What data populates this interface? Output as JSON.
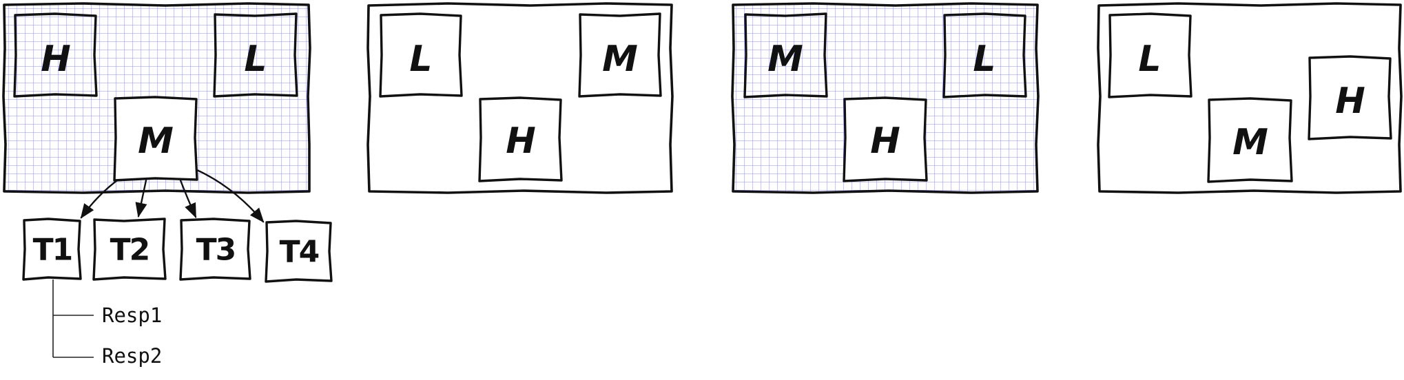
{
  "colors": {
    "grid_line": "#8f8ff0",
    "ink": "#111111",
    "paper": "#ffffff"
  },
  "panels": [
    {
      "gridded": true,
      "nodes": [
        {
          "label": "H"
        },
        {
          "label": "L"
        },
        {
          "label": "M"
        }
      ]
    },
    {
      "gridded": false,
      "nodes": [
        {
          "label": "L"
        },
        {
          "label": "M"
        },
        {
          "label": "H"
        }
      ]
    },
    {
      "gridded": true,
      "nodes": [
        {
          "label": "M"
        },
        {
          "label": "L"
        },
        {
          "label": "H"
        }
      ]
    },
    {
      "gridded": false,
      "nodes": [
        {
          "label": "L"
        },
        {
          "label": "H"
        },
        {
          "label": "M"
        }
      ]
    }
  ],
  "tasks": [
    {
      "label": "T1"
    },
    {
      "label": "T2"
    },
    {
      "label": "T3"
    },
    {
      "label": "T4"
    }
  ],
  "responses": [
    {
      "label": "Resp1"
    },
    {
      "label": "Resp2"
    }
  ]
}
